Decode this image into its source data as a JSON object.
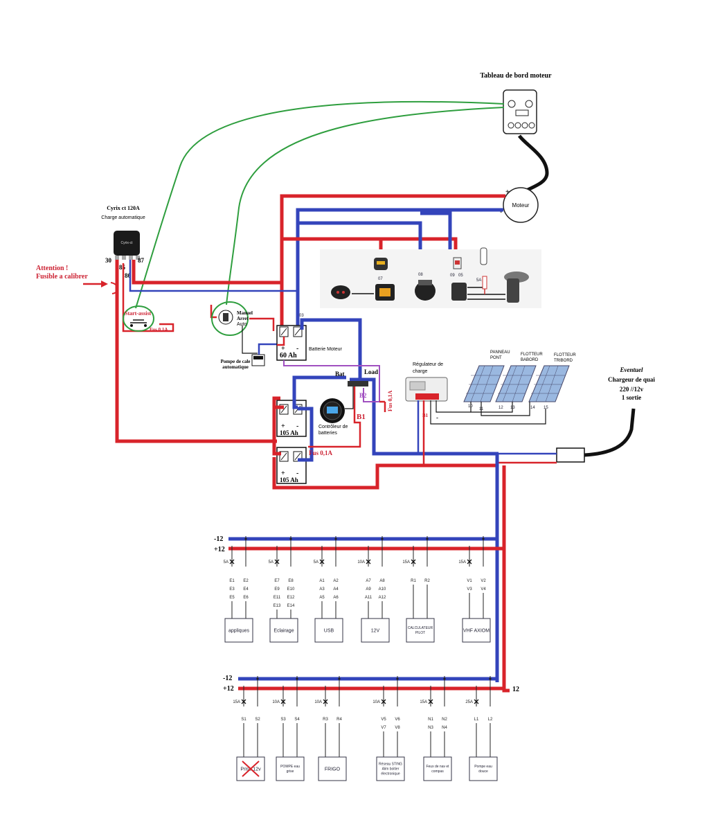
{
  "engine_panel": {
    "title": "Tableau de bord moteur"
  },
  "motor": {
    "label": "Moteur",
    "plus": "+",
    "minus": "-"
  },
  "cyrix": {
    "title": "Cyrix ct 120A",
    "subtitle": "Charge    automatique",
    "device_label": "Cyrix-ct",
    "pin30": "30",
    "pin85": "85",
    "pin86": "86",
    "pin87": "87"
  },
  "warning": {
    "line1": "Attention !",
    "line2": "Fusible a calibrer"
  },
  "start_assist": {
    "label": "Start-assist",
    "fuse": "Fus 0,1A"
  },
  "bilge_switch": {
    "line1": "Manuel",
    "line2": "Arret",
    "line3": "Auto"
  },
  "bilge_pump": {
    "line1": "Pompe de cale",
    "line2": "automatique"
  },
  "engine_battery": {
    "capacity": "60 Ah",
    "label": "Batterie Moteur",
    "terminal": "03"
  },
  "house_battery_1": {
    "capacity": "105 Ah"
  },
  "house_battery_2": {
    "capacity": "105 Ah"
  },
  "battery_monitor": {
    "line1": "Contrôleur de",
    "line2": "batteries",
    "bat": "Bat",
    "load": "Load",
    "b1": "B1",
    "b2": "B2",
    "fuse_vertical": "Fus 0,1A",
    "fuse_bottom": "Fus 0,1A"
  },
  "deck_devices": {
    "c07": "07",
    "c08": "08",
    "c09": "09",
    "c05": "05",
    "fuse_5a": "5A"
  },
  "charge_regulator": {
    "line1": "Régulateur de",
    "line2": "charge",
    "b1": "B1"
  },
  "solar": {
    "panel1": {
      "line1": "PANNEAU",
      "line2": "PONT"
    },
    "panel2": {
      "line1": "FLOTTEUR",
      "line2": "BABORD"
    },
    "panel3": {
      "line1": "FLOTTEUR",
      "line2": "TRIBORD"
    },
    "terminals": [
      "10",
      "11",
      "12",
      "13",
      "14",
      "15"
    ],
    "minus": "-"
  },
  "shore_charger": {
    "line1": "Eventuel",
    "line2": "Chargeur de quai",
    "line3": "220 //12v",
    "line4": "1 sortie"
  },
  "panel1": {
    "minus_label": "-12",
    "plus_label": "+12",
    "circuits": [
      {
        "amp": "5A",
        "left": [
          "E1",
          "E3",
          "E5"
        ],
        "right": [
          "E2",
          "E4",
          "E6"
        ],
        "load": "appliques"
      },
      {
        "amp": "5A",
        "left": [
          "E7",
          "E9",
          "E11",
          "E13"
        ],
        "right": [
          "E8",
          "E10",
          "E12",
          "E14"
        ],
        "load": "Eclairage"
      },
      {
        "amp": "5A",
        "left": [
          "A1",
          "A3",
          "A5"
        ],
        "right": [
          "A2",
          "A4",
          "A6"
        ],
        "load": "USB"
      },
      {
        "amp": "10A",
        "left": [
          "A7",
          "A9",
          "A11"
        ],
        "right": [
          "A8",
          "A10",
          "A12"
        ],
        "load": "12V"
      },
      {
        "amp": "15A",
        "left": [
          "R1"
        ],
        "right": [
          "R2"
        ],
        "load": "CALCULATEUR PILOT"
      },
      {
        "amp": "15A",
        "left": [
          "V1",
          "V3"
        ],
        "right": [
          "V2",
          "V4"
        ],
        "load": "VHF AXIOM"
      }
    ]
  },
  "panel2": {
    "minus_label": "-12",
    "plus_label": "+12",
    "plus_right": "12",
    "circuits": [
      {
        "amp": "15A",
        "left": [
          "S1"
        ],
        "right": [
          "S2"
        ],
        "load": "Prise 12v"
      },
      {
        "amp": "10A",
        "left": [
          "S3"
        ],
        "right": [
          "S4"
        ],
        "load": "POMPE eau grise"
      },
      {
        "amp": "10A",
        "left": [
          "R3"
        ],
        "right": [
          "R4"
        ],
        "load": "FRIGO"
      },
      {
        "amp": "10A",
        "left": [
          "V5",
          "V7"
        ],
        "right": [
          "V6",
          "V8"
        ],
        "load": "Réseau STING Alim boitier électronique"
      },
      {
        "amp": "15A",
        "left": [
          "N1",
          "N3"
        ],
        "right": [
          "N2",
          "N4"
        ],
        "load": "Feux de nav et compas"
      },
      {
        "amp": "25A",
        "left": [
          "L1"
        ],
        "right": [
          "L2"
        ],
        "load": "Pompe eau douce"
      }
    ]
  }
}
